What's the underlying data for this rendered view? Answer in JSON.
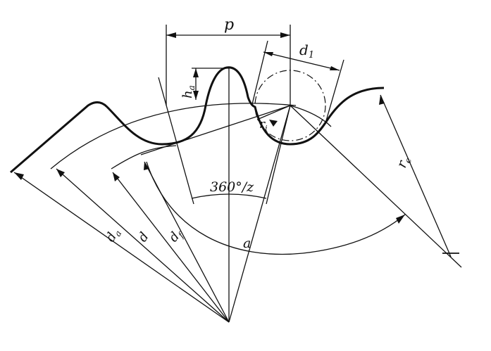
{
  "labels": {
    "pitch": "p",
    "roller_diameter": "d",
    "roller_diameter_sub": "1",
    "tooth_height": "h",
    "tooth_height_sub": "a",
    "angle": "360°/z",
    "roller_radius": "r",
    "roller_radius_sub": "i",
    "tip_diameter": "d",
    "tip_diameter_sub": "a",
    "pitch_diameter": "d",
    "root_diameter": "d",
    "root_diameter_sub": "f",
    "arc": "a",
    "fillet_radius": "r",
    "fillet_radius_sub": "e"
  }
}
